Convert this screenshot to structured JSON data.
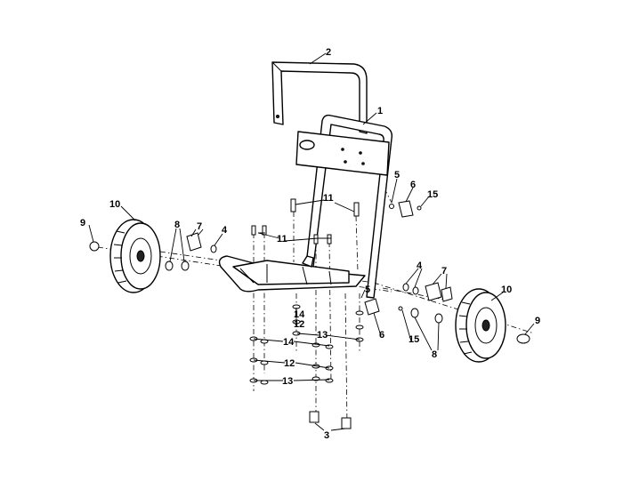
{
  "diagram": {
    "type": "exploded-parts-view",
    "callouts": [
      "2",
      "1",
      "5",
      "6",
      "15",
      "11",
      "11",
      "10",
      "9",
      "8",
      "7",
      "4",
      "4",
      "7",
      "5",
      "10",
      "14",
      "12",
      "13",
      "6",
      "15",
      "9",
      "8",
      "14",
      "12",
      "13",
      "3"
    ]
  }
}
